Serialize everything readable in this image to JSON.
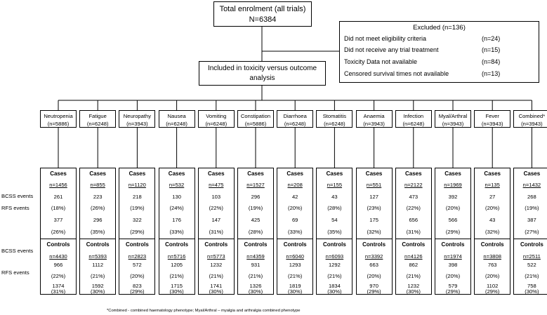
{
  "enrolment": {
    "line1": "Total enrolment (all trials)",
    "line2": "N=6384"
  },
  "excluded": {
    "title": "Excluded (n=136)",
    "items": [
      {
        "label": "Did not meet eligibility criteria",
        "count": "(n=24)"
      },
      {
        "label": "Did not receive any trial treatment",
        "count": "(n=15)"
      },
      {
        "label": "Toxicity Data not available",
        "count": "(n=84)"
      },
      {
        "label": "Censored survival times not available",
        "count": "(n=13)"
      }
    ]
  },
  "included": {
    "line1": "Included in toxicity versus outcome",
    "line2": "analysis"
  },
  "row_labels": {
    "bcss_cases": "BCSS events",
    "rfs_cases": "RFS events",
    "bcss_controls": "BCSS events",
    "rfs_controls": "RFS events"
  },
  "toxicities": [
    {
      "name": "Neutropenia",
      "n": "(n=5886)",
      "cases_h": "Cases",
      "cases_n": "n=1456",
      "cb": "261",
      "cbp": "(18%)",
      "cr": "377",
      "crp": "(26%)",
      "ctrl_h": "Controls",
      "ctrl_n": "n=4430",
      "kb": "966",
      "kbp": "(22%)",
      "kr": "1374",
      "krp": "(31%)"
    },
    {
      "name": "Fatigue",
      "n": "(n=6248)",
      "cases_h": "Cases",
      "cases_n": "n=855",
      "cb": "223",
      "cbp": "(26%)",
      "cr": "296",
      "crp": "(35%)",
      "ctrl_h": "Controls",
      "ctrl_n": "n=5393",
      "kb": "1112",
      "kbp": "(21%)",
      "kr": "1592",
      "krp": "(30%)"
    },
    {
      "name": "Neuropathy",
      "n": "(n=3943)",
      "cases_h": "Cases",
      "cases_n": "n=1120",
      "cb": "218",
      "cbp": "(19%)",
      "cr": "322",
      "crp": "(29%)",
      "ctrl_h": "Controls",
      "ctrl_n": "n=2823",
      "kb": "572",
      "kbp": "(20%)",
      "kr": "823",
      "krp": "(29%)"
    },
    {
      "name": "Nausea",
      "n": "(n=6248)",
      "cases_h": "Cases",
      "cases_n": "n=532",
      "cb": "130",
      "cbp": "(24%)",
      "cr": "176",
      "crp": "(33%)",
      "ctrl_h": "Controls",
      "ctrl_n": "n=5716",
      "kb": "1205",
      "kbp": "(21%)",
      "kr": "1715",
      "krp": "(30%)"
    },
    {
      "name": "Vomiting",
      "n": "(n=6248)",
      "cases_h": "Cases",
      "cases_n": "n=475",
      "cb": "103",
      "cbp": "(22%)",
      "cr": "147",
      "crp": "(31%)",
      "ctrl_h": "Controls",
      "ctrl_n": "n=5773",
      "kb": "1232",
      "kbp": "(21%)",
      "kr": "1741",
      "krp": "(30%)"
    },
    {
      "name": "Constipation",
      "n": "(n=5886)",
      "cases_h": "Cases",
      "cases_n": "n=1527",
      "cb": "296",
      "cbp": "(19%)",
      "cr": "425",
      "crp": "(28%)",
      "ctrl_h": "Controls",
      "ctrl_n": "n=4359",
      "kb": "931",
      "kbp": "(21%)",
      "kr": "1326",
      "krp": "(30%)"
    },
    {
      "name": "Diarrhoea",
      "n": "(n=6248)",
      "cases_h": "Cases",
      "cases_n": "n=208",
      "cb": "42",
      "cbp": "(20%)",
      "cr": "69",
      "crp": "(33%)",
      "ctrl_h": "Controls",
      "ctrl_n": "n=6040",
      "kb": "1293",
      "kbp": "(21%)",
      "kr": "1819",
      "krp": "(30%)"
    },
    {
      "name": "Stomatitis",
      "n": "(n=6248)",
      "cases_h": "Cases",
      "cases_n": "n=155",
      "cb": "43",
      "cbp": "(28%)",
      "cr": "54",
      "crp": "(35%)",
      "ctrl_h": "Controls",
      "ctrl_n": "n=6093",
      "kb": "1292",
      "kbp": "(21%)",
      "kr": "1834",
      "krp": "(30%)"
    },
    {
      "name": "Anaemia",
      "n": "(n=3943)",
      "cases_h": "Cases",
      "cases_n": "n=551",
      "cb": "127",
      "cbp": "(23%)",
      "cr": "175",
      "crp": "(32%)",
      "ctrl_h": "Controls",
      "ctrl_n": "n=3392",
      "kb": "663",
      "kbp": "(20%)",
      "kr": "970",
      "krp": "(29%)"
    },
    {
      "name": "Infection",
      "n": "(n=6248)",
      "cases_h": "Cases",
      "cases_n": "n=2122",
      "cb": "473",
      "cbp": "(22%)",
      "cr": "656",
      "crp": "(31%)",
      "ctrl_h": "Controls",
      "ctrl_n": "n=4126",
      "kb": "862",
      "kbp": "(21%)",
      "kr": "1232",
      "krp": "(30%)"
    },
    {
      "name": "Myal/Arthral",
      "n": "(n=3943)",
      "cases_h": "Cases",
      "cases_n": "n=1969",
      "cb": "392",
      "cbp": "(20%)",
      "cr": "566",
      "crp": "(29%)",
      "ctrl_h": "Controls",
      "ctrl_n": "n=1974",
      "kb": "398",
      "kbp": "(20%)",
      "kr": "579",
      "krp": "(29%)"
    },
    {
      "name": "Fever",
      "n": "(n=3943)",
      "cases_h": "Cases",
      "cases_n": "n=135",
      "cb": "27",
      "cbp": "(20%)",
      "cr": "43",
      "crp": "(32%)",
      "ctrl_h": "Controls",
      "ctrl_n": "n=3808",
      "kb": "763",
      "kbp": "(20%)",
      "kr": "1102",
      "krp": "(29%)"
    },
    {
      "name": "Combined*",
      "n": "(n=3943)",
      "cases_h": "Cases",
      "cases_n": "n=1432",
      "cb": "268",
      "cbp": "(19%)",
      "cr": "387",
      "crp": "(27%)",
      "ctrl_h": "Controls",
      "ctrl_n": "n=2511",
      "kb": "522",
      "kbp": "(21%)",
      "kr": "758",
      "krp": "(30%)"
    }
  ],
  "footnote": "*Combined - combined haematology phenotype; Myal/Arthral – myalgia and arthralgia combined phenotype"
}
